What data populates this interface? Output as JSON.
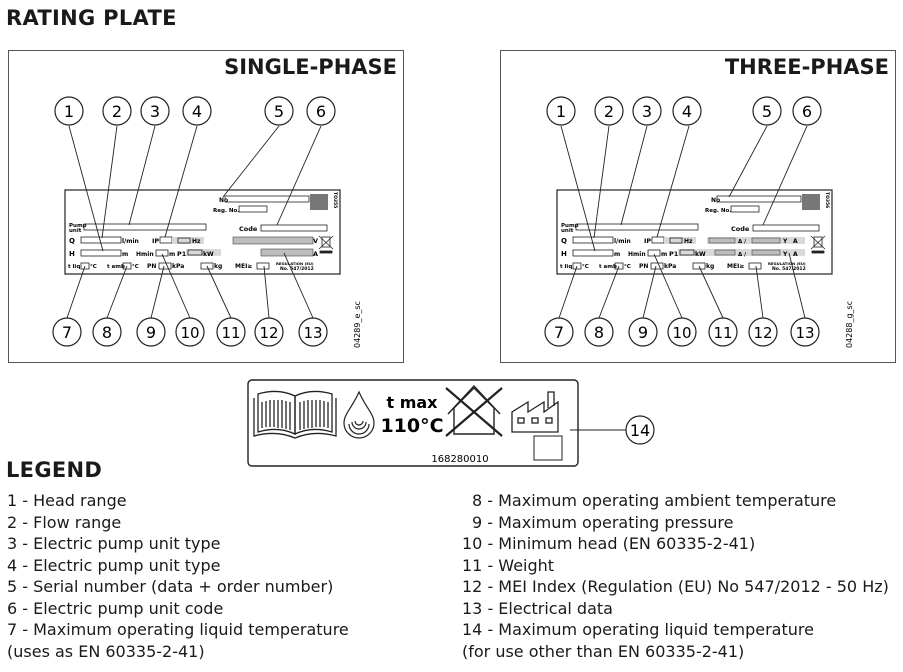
{
  "rating_plate_title": "RATING PLATE",
  "legend_title": "LEGEND",
  "single": {
    "title": "SINGLE-PHASE",
    "code_id": "04289_e_sc",
    "side_mark": "TO355",
    "markers": [
      "1",
      "2",
      "3",
      "4",
      "5",
      "6",
      "7",
      "8",
      "9",
      "10",
      "11",
      "12",
      "13"
    ],
    "labels": {
      "no": "No",
      "reg_no": "Reg. No.",
      "pump_unit": "Pump\nunit",
      "code": "Code",
      "q": "Q",
      "lmin": "l/min",
      "ip": "IP",
      "hz": "Hz",
      "v": "V",
      "h": "H",
      "m": "m",
      "hmin": "Hmin",
      "m2": "m",
      "p1": "P1",
      "kw": "kW",
      "a": "A",
      "tliq": "t liq",
      "c1": "°C",
      "tamb": "t amb",
      "c2": "°C",
      "pn": "PN",
      "kpa": "kPa",
      "kg": "kg",
      "mei": "MEI≥",
      "reg1": "REGULATION (EU)",
      "reg2": "No. 547/2012"
    }
  },
  "three": {
    "title": "THREE-PHASE",
    "code_id": "04288_g_sc",
    "side_mark": "TO356",
    "markers": [
      "1",
      "2",
      "3",
      "4",
      "5",
      "6",
      "7",
      "8",
      "9",
      "10",
      "11",
      "12",
      "13"
    ],
    "labels": {
      "no": "No",
      "reg_no": "Reg. No.",
      "pump_unit": "Pump\nunit",
      "code": "Code",
      "q": "Q",
      "lmin": "l/min",
      "ip": "IP",
      "hz": "Hz",
      "delta": "Δ /",
      "y": "Y",
      "a": "A",
      "h": "H",
      "m": "m",
      "hmin": "Hmin",
      "m2": "m",
      "p1": "P1",
      "kw": "kW",
      "delta2": "Δ /",
      "y2": "Y",
      "a2": "A",
      "tliq": "t liq",
      "c1": "°C",
      "tamb": "t amb",
      "c2": "°C",
      "pn": "PN",
      "kpa": "kPa",
      "kg": "kg",
      "mei": "MEI≥",
      "reg1": "REGULATION (EU)",
      "reg2": "No. 547/2012"
    }
  },
  "label14": {
    "tmax": "t max",
    "temp": "110°C",
    "number": "168280010",
    "marker": "14"
  },
  "legend_left": [
    "1 - Head range",
    "2 - Flow range",
    "3 - Electric pump unit type",
    "4 - Electric pump unit type",
    "5 - Serial number (data + order number)",
    "6 - Electric pump unit code",
    "7 - Maximum operating liquid temperature",
    "(uses as EN 60335-2-41)"
  ],
  "legend_right": [
    "8 - Maximum operating ambient temperature",
    "9 - Maximum operating pressure",
    "10 - Minimum head (EN 60335-2-41)",
    "11 - Weight",
    "12 - MEI Index (Regulation (EU) No 547/2012 - 50 Hz)",
    "13 - Electrical data",
    "14 - Maximum operating liquid temperature",
    "(for use other than EN 60335-2-41)"
  ]
}
